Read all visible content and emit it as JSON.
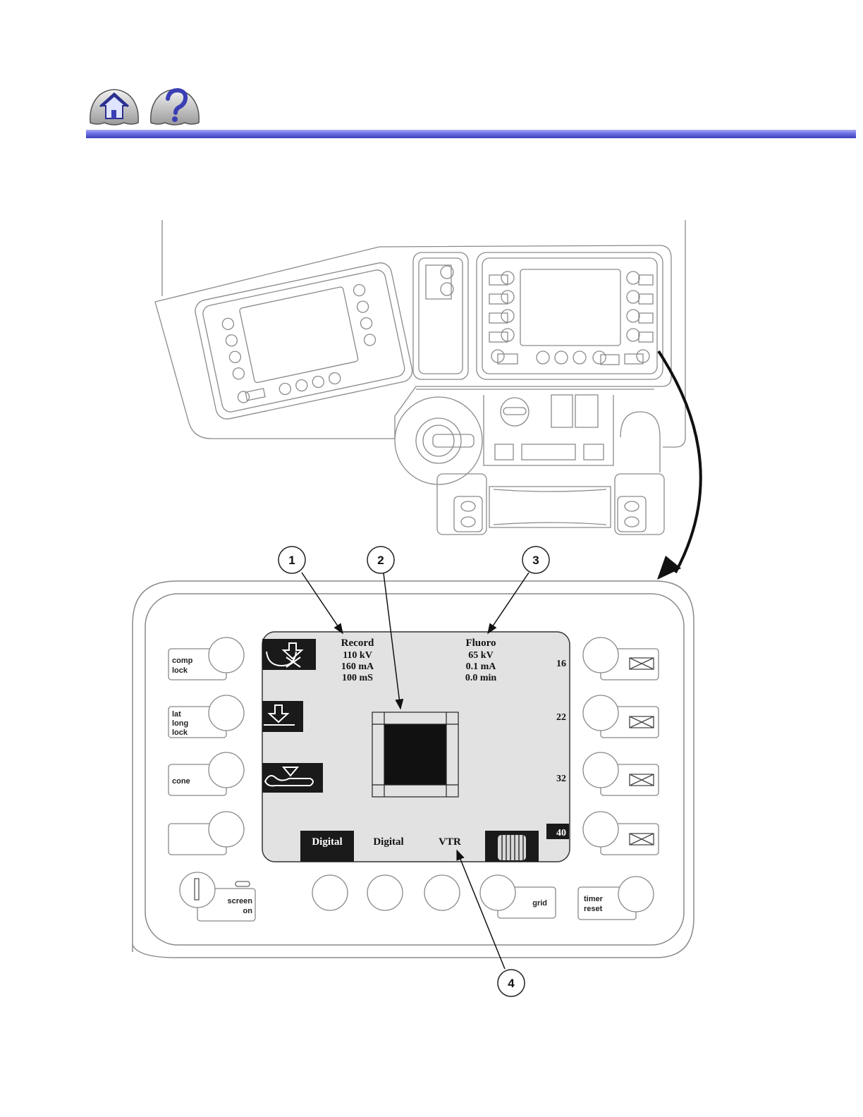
{
  "nav": {
    "home_icon": "home-icon",
    "help_icon": "help-icon"
  },
  "colors": {
    "header_bar": "#4b50d0",
    "screen_bg": "#e2e2e2",
    "ink": "#1a1a1a",
    "line": "#888888"
  },
  "console": {
    "left_buttons": [
      {
        "lines": [
          "comp",
          "lock"
        ]
      },
      {
        "lines": [
          "lat",
          "long",
          "lock"
        ]
      },
      {
        "lines": [
          "cone"
        ]
      },
      {
        "lines": []
      }
    ],
    "screen_on": [
      "screen",
      "on"
    ],
    "grid": "grid",
    "timer_reset": [
      "timer",
      "reset"
    ]
  },
  "screen": {
    "record": {
      "title": "Record",
      "lines": [
        "110 kV",
        "160 mA",
        "100 mS"
      ]
    },
    "fluoro": {
      "title": "Fluoro",
      "lines": [
        "65 kV",
        "0.1 mA",
        "0.0 min"
      ]
    },
    "sizes": [
      "16",
      "22",
      "32",
      "40"
    ],
    "selected_size": "40",
    "bottom": {
      "digital_selected": "Digital",
      "digital": "Digital",
      "vtr": "VTR"
    }
  },
  "callouts": [
    "1",
    "2",
    "3",
    "4"
  ]
}
